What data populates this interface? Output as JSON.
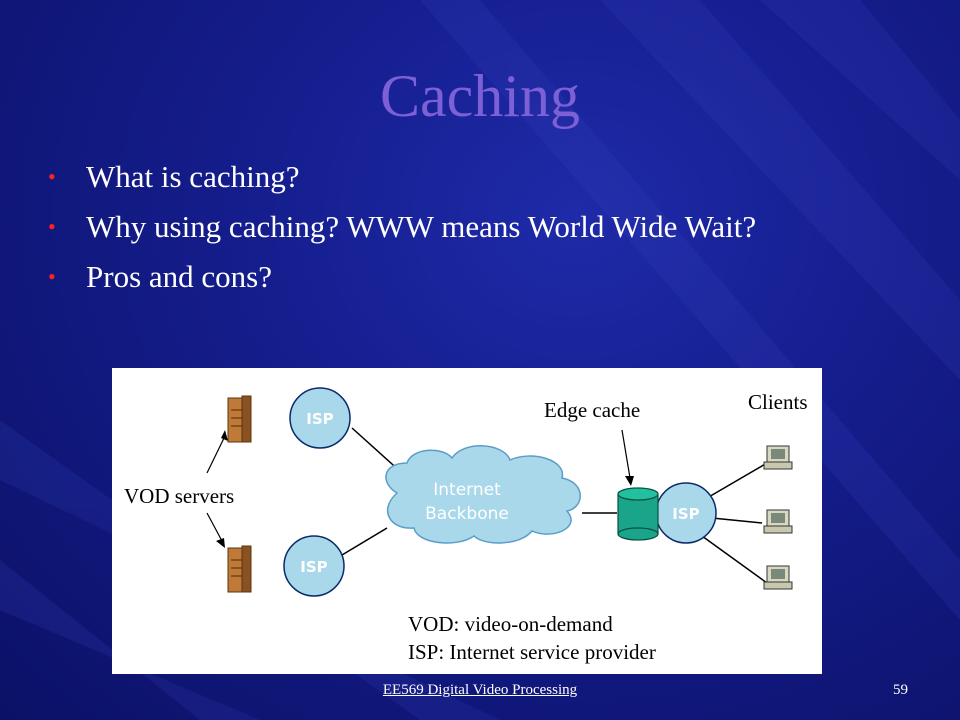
{
  "slide": {
    "title": "Caching",
    "bullets": [
      "What is caching?",
      "Why using caching? WWW means World Wide Wait?",
      "Pros and cons?"
    ],
    "bullet_color": "#ff2020",
    "title_color": "#7d5fd6"
  },
  "diagram": {
    "isp_label": "ISP",
    "vod_servers": "VOD servers",
    "internet_line1": "Internet",
    "internet_line2": "Backbone",
    "edge_cache": "Edge cache",
    "clients": "Clients",
    "legend_vod": "VOD: video-on-demand",
    "legend_isp": "ISP: Internet service provider"
  },
  "footer": {
    "course": "EE569 Digital Video Processing",
    "page_number": "59"
  }
}
